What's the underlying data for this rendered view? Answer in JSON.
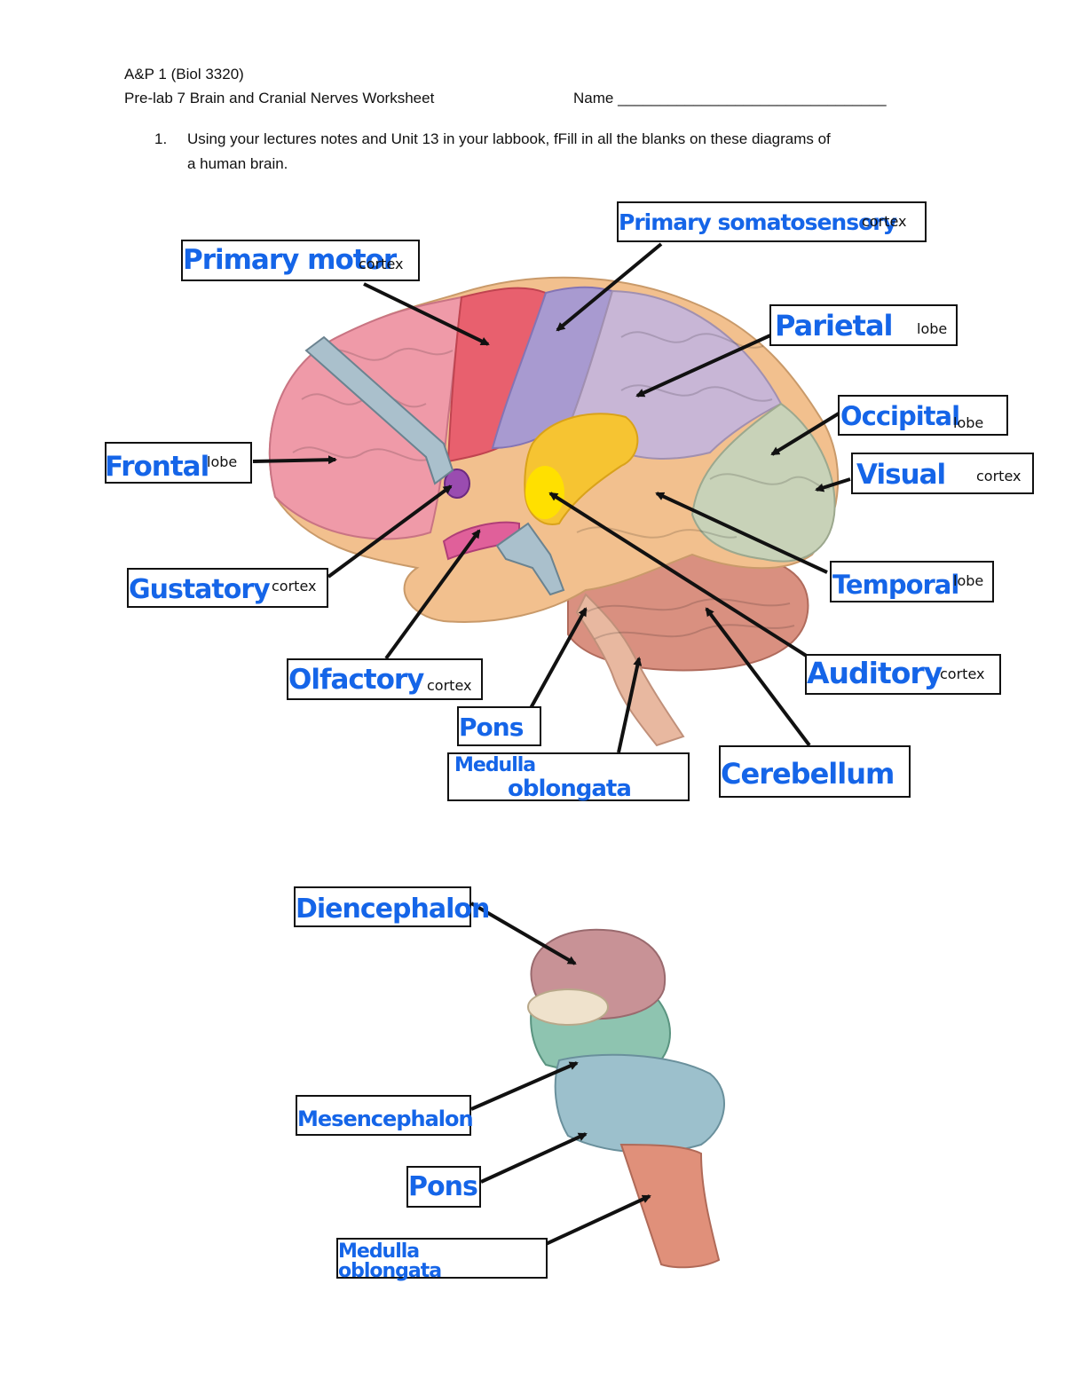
{
  "header": {
    "course": "A&P 1 (Biol 3320)",
    "title": "Pre-lab 7 Brain and Cranial Nerves Worksheet",
    "name_label": "Name ________________________________"
  },
  "instruction": {
    "number": "1.",
    "line1": "Using your lectures notes and Unit 13 in your labbook, fFill in all the blanks on these diagrams of",
    "line2": "a human brain."
  },
  "brain_labels": {
    "primary_motor": {
      "answer": "Primary motor",
      "suffix": "cortex"
    },
    "primary_somatosensory": {
      "answer": "Primary somatosensory",
      "suffix": "cortex"
    },
    "parietal": {
      "answer": "Parietal",
      "suffix": "lobe"
    },
    "occipital": {
      "answer": "Occipital",
      "suffix": "lobe"
    },
    "visual": {
      "answer": "Visual",
      "suffix": "cortex"
    },
    "frontal": {
      "answer": "Frontal",
      "suffix": "lobe"
    },
    "gustatory": {
      "answer": "Gustatory",
      "suffix": "cortex"
    },
    "temporal": {
      "answer": "Temporal",
      "suffix": "lobe"
    },
    "olfactory": {
      "answer": "Olfactory",
      "suffix": "cortex"
    },
    "auditory": {
      "answer": "Auditory",
      "suffix": "cortex"
    },
    "pons": {
      "answer": "Pons"
    },
    "medulla": {
      "answer_line1": "Medulla",
      "answer_line2": "oblongata"
    },
    "cerebellum": {
      "answer": "Cerebellum"
    }
  },
  "brainstem_labels": {
    "diencephalon": {
      "answer": "Diencephalon"
    },
    "mesencephalon": {
      "answer": "Mesencephalon"
    },
    "pons": {
      "answer": "Pons"
    },
    "medulla": {
      "answer_line1": "Medulla",
      "answer_line2": "oblongata"
    }
  },
  "colors": {
    "handwriting": "#1565e8",
    "frontal": "#ef9aa8",
    "motor": "#e8606e",
    "somatosensory": "#a89ad0",
    "parietal": "#c8b6d6",
    "occipital": "#c8d2b8",
    "temporal": "#f2c08e",
    "cerebellum": "#d99080",
    "auditory": "#f6c432"
  }
}
